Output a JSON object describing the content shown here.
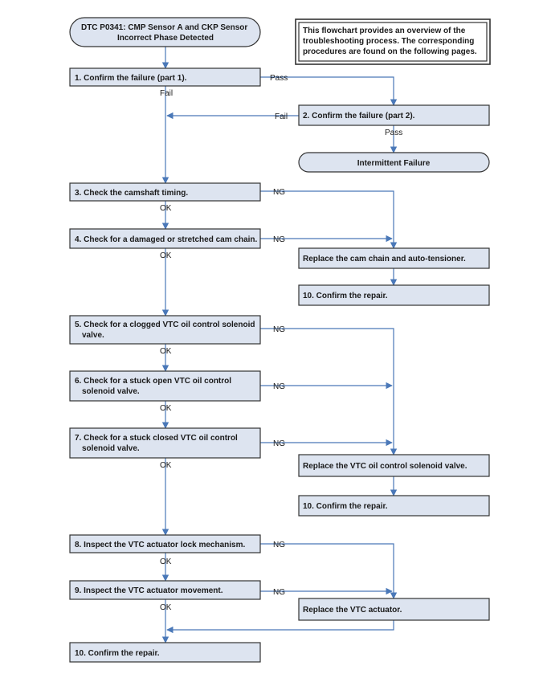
{
  "start": {
    "lines": [
      "DTC P0341: CMP Sensor A and CKP Sensor",
      "Incorrect Phase Detected"
    ]
  },
  "note": {
    "lines": [
      "This flowchart provides an overview of the",
      "troubleshooting process. The corresponding",
      "procedures are found on the following pages."
    ]
  },
  "steps": [
    {
      "id": "s1",
      "lines": [
        "1. Confirm the failure (part 1)."
      ]
    },
    {
      "id": "s2",
      "lines": [
        "2. Confirm the failure (part 2)."
      ]
    },
    {
      "id": "s3",
      "lines": [
        "3. Check the camshaft timing."
      ]
    },
    {
      "id": "s4",
      "lines": [
        "4. Check for a damaged or stretched cam chain."
      ]
    },
    {
      "id": "s5",
      "lines": [
        "5. Check for a clogged VTC oil control solenoid",
        "valve."
      ]
    },
    {
      "id": "s6",
      "lines": [
        "6. Check for a stuck open VTC oil control",
        "solenoid valve."
      ]
    },
    {
      "id": "s7",
      "lines": [
        "7. Check for a stuck closed VTC oil control",
        "solenoid valve."
      ]
    },
    {
      "id": "s8",
      "lines": [
        "8. Inspect the VTC actuator lock mechanism."
      ]
    },
    {
      "id": "s9",
      "lines": [
        "9. Inspect the VTC actuator movement."
      ]
    },
    {
      "id": "s10",
      "lines": [
        "10. Confirm the repair."
      ]
    }
  ],
  "actions": [
    {
      "id": "a1",
      "lines": [
        "Replace the cam chain and auto-tensioner."
      ]
    },
    {
      "id": "a2",
      "lines": [
        "10. Confirm the repair."
      ]
    },
    {
      "id": "a3",
      "lines": [
        "Replace the VTC oil control solenoid valve."
      ]
    },
    {
      "id": "a4",
      "lines": [
        "10. Confirm the repair."
      ]
    },
    {
      "id": "a5",
      "lines": [
        "Replace the VTC actuator."
      ]
    }
  ],
  "intermittent": {
    "lines": [
      "Intermittent Failure"
    ]
  },
  "labels": {
    "pass1": "Pass",
    "fail1": "Fail",
    "fail2": "Fail",
    "pass2": "Pass",
    "ng3": "NG",
    "ok3": "OK",
    "ng4": "NG",
    "ok4": "OK",
    "ng5": "NG",
    "ok5": "OK",
    "ng6": "NG",
    "ok6": "OK",
    "ng7": "NG",
    "ok7": "OK",
    "ng8": "NG",
    "ok8": "OK",
    "ng9": "NG",
    "ok9": "OK"
  },
  "colors": {
    "box_fill": "#dde4f0",
    "box_stroke": "#333333",
    "line": "#4a78b8"
  }
}
